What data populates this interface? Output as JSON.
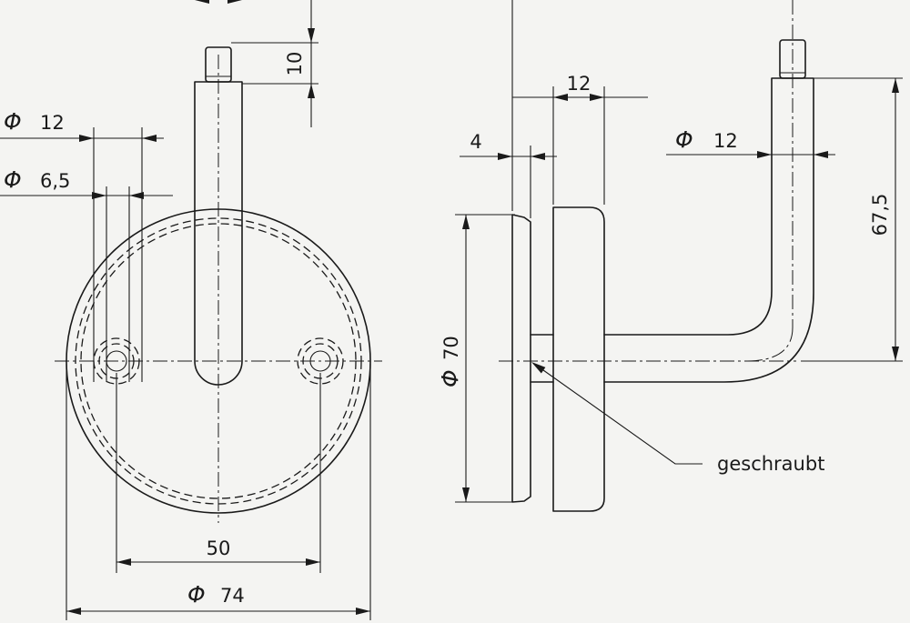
{
  "diagram": {
    "front_view": {
      "dim_pin_length": "10",
      "dim_rod_diameter_symbol": "Φ",
      "dim_rod_diameter": "12",
      "dim_hole_diameter_symbol": "Φ",
      "dim_hole_diameter": "6,5",
      "dim_hole_spacing": "50",
      "dim_plate_diameter_symbol": "Φ",
      "dim_plate_diameter": "74"
    },
    "side_view": {
      "dim_plate_thickness": "4",
      "dim_offset": "12",
      "dim_rod_diameter_symbol": "Φ",
      "dim_rod_diameter": "12",
      "dim_height": "67,5",
      "dim_flange_diameter_symbol": "Φ",
      "dim_flange_diameter": "70",
      "annotation_screwed": "geschraubt"
    }
  }
}
